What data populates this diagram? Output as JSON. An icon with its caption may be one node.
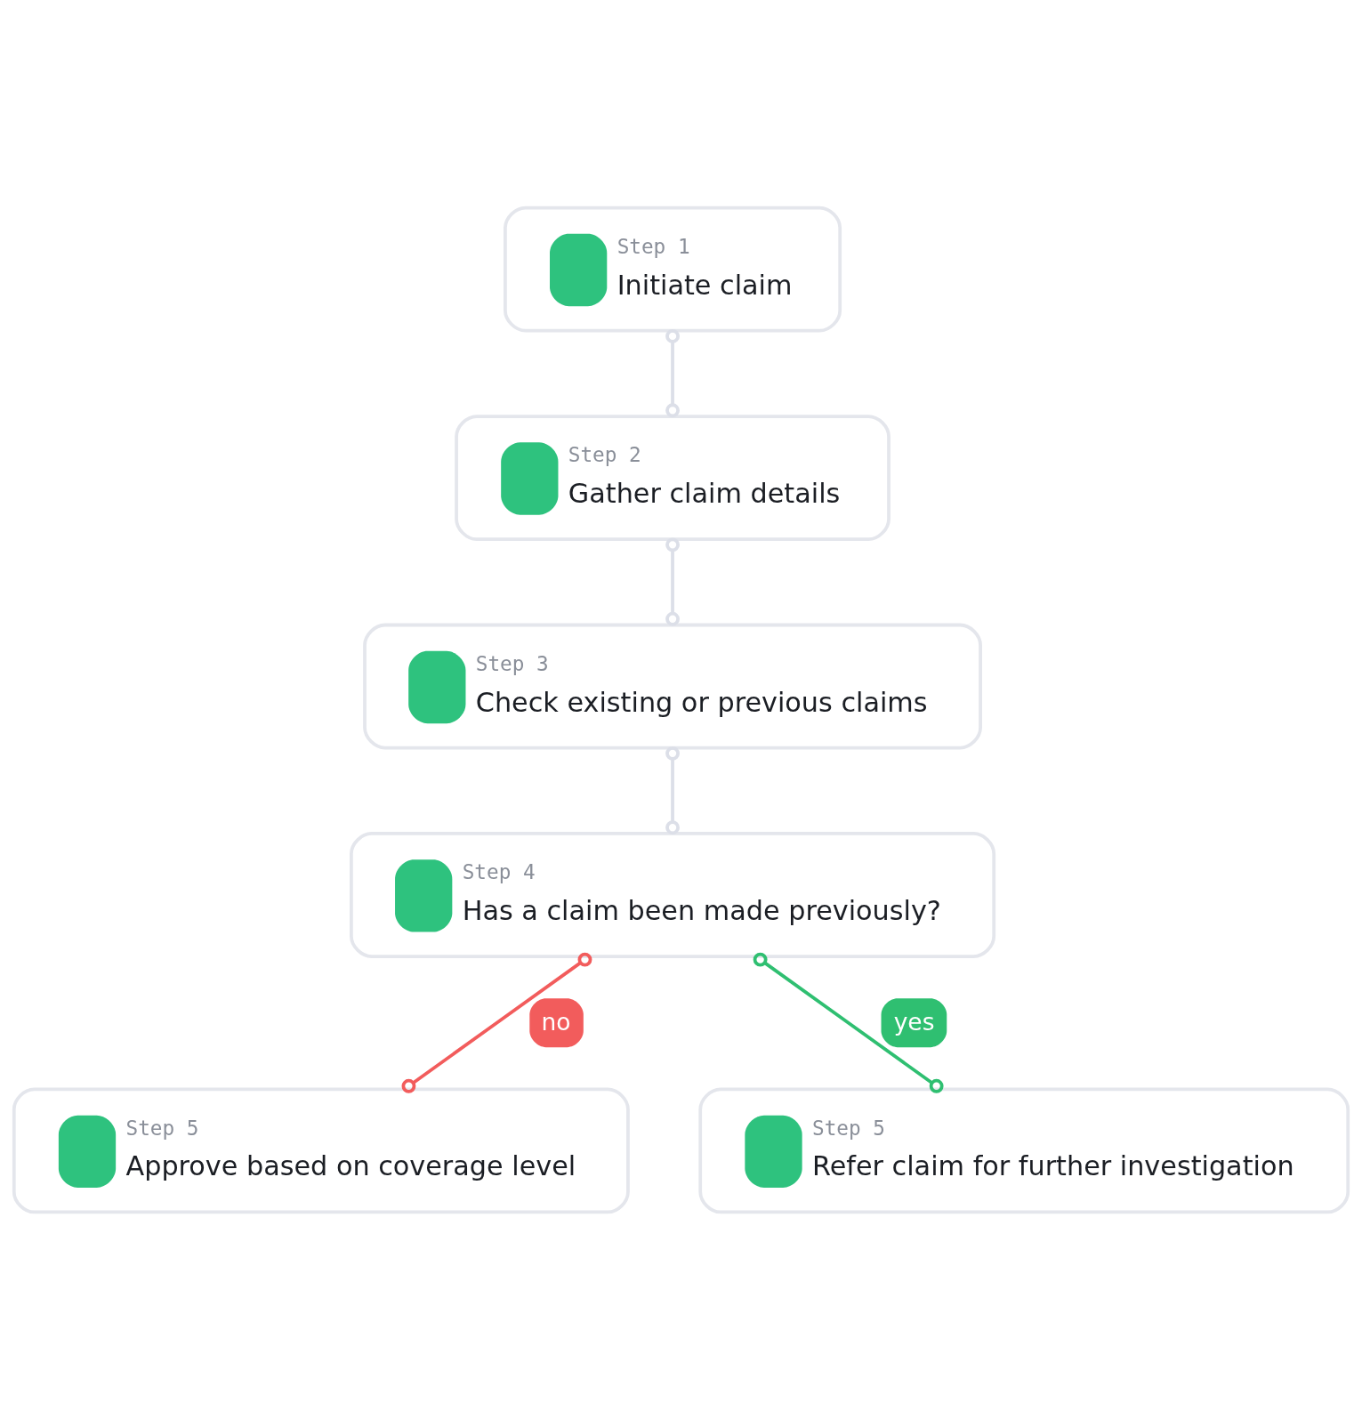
{
  "diagram": {
    "nodes": [
      {
        "text": [
          "Step 1",
          "Initiate claim"
        ]
      },
      {
        "text": [
          "Step 2",
          "Gather claim details"
        ]
      },
      {
        "text": [
          "Step 3",
          "Check existing or previous claims"
        ]
      },
      {
        "text": [
          "Step 4",
          "Has a claim been made previously?"
        ]
      },
      {
        "text": [
          "Step 5",
          "Approve based on coverage level"
        ]
      },
      {
        "text": [
          "Step 5",
          "Refer claim for further investigation"
        ]
      }
    ],
    "edges": [
      {
        "from": 0,
        "to": 1,
        "arrow": "other"
      },
      {
        "from": 1,
        "to": 2,
        "arrow": "other"
      },
      {
        "from": 2,
        "to": 3,
        "arrow": "other"
      },
      {
        "from": 3,
        "to": 4,
        "arrow": "other",
        "label": "no",
        "color": "#f25c5c"
      },
      {
        "from": 3,
        "to": 5,
        "arrow": "other",
        "label": "yes",
        "color": "#2fbf71"
      }
    ]
  }
}
